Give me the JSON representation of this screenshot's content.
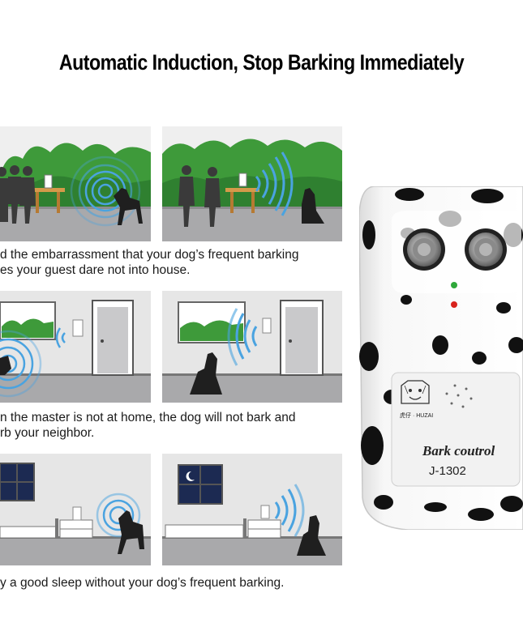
{
  "headline": "Automatic Induction, Stop Barking Immediately",
  "scenes": [
    {
      "caption_lines": [
        "d the embarrassment that your dog’s frequent barking",
        "es your guest dare not into house."
      ]
    },
    {
      "caption_lines": [
        "n the master is not at home, the dog will not bark and",
        "rb your neighbor."
      ]
    },
    {
      "caption_lines": [
        "y a good sleep without your dog’s frequent barking."
      ]
    }
  ],
  "device": {
    "brand_logo_text": "虎仔 · HUZAI",
    "product_name": "Bark coutrol",
    "model": "J-1302",
    "indicator_colors": {
      "top": "#2fa83a",
      "bottom": "#d8231d"
    }
  },
  "colors": {
    "wave": "#4aa3e0",
    "tree_green": "#3e9a3a",
    "ground": "#a9a9ab",
    "sky": "#eeeeee",
    "room_bg": "#e6e6e6"
  }
}
